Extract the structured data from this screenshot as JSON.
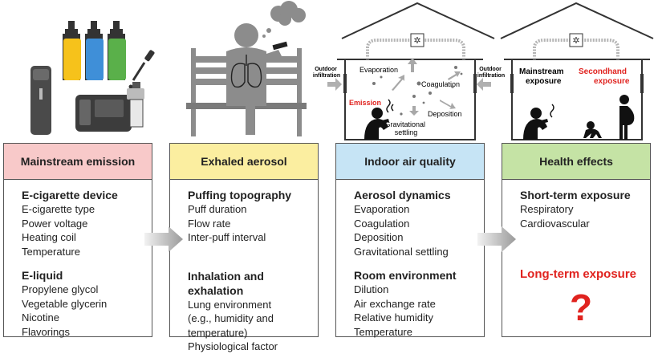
{
  "illustrations": {
    "indoor_labels": {
      "outdoor_left": [
        "Outdoor",
        "infiltration"
      ],
      "outdoor_right": [
        "Outdoor",
        "infiltration"
      ],
      "evaporation": "Evaporation",
      "coagulation": "Coagulation",
      "deposition": "Deposition",
      "emission": "Emission",
      "gravitational": [
        "Gravitational",
        "settling"
      ]
    },
    "health_labels": {
      "mainstream": [
        "Mainstream",
        "exposure"
      ],
      "secondhand": [
        "Secondhand",
        "exposure"
      ]
    },
    "colors": {
      "bottle_yellow": "#f6c21b",
      "bottle_blue": "#3f8fd8",
      "bottle_green": "#5ab04a",
      "figure_gray": "#8c8c8c",
      "accent_red": "#e0231f"
    }
  },
  "panels": [
    {
      "header": "Mainstream emission",
      "header_color": "#f8c9c9",
      "sections": [
        {
          "title": "E-cigarette device",
          "items": [
            "E-cigarette type",
            "Power voltage",
            "Heating coil",
            "Temperature"
          ]
        },
        {
          "title": "E-liquid",
          "items": [
            "Propylene glycol",
            "Vegetable glycerin",
            "Nicotine",
            "Flavorings"
          ]
        }
      ]
    },
    {
      "header": "Exhaled aerosol",
      "header_color": "#fbeea0",
      "sections": [
        {
          "title": "Puffing topography",
          "items": [
            "Puff duration",
            "Flow rate",
            "Inter-puff interval"
          ]
        },
        {
          "title": "Inhalation and exhalation",
          "items": [
            "Lung environment",
            "(e.g., humidity and",
            "temperature)",
            "Physiological factor"
          ]
        }
      ]
    },
    {
      "header": "Indoor air quality",
      "header_color": "#c6e4f5",
      "sections": [
        {
          "title": "Aerosol dynamics",
          "items": [
            "Evaporation",
            "Coagulation",
            "Deposition",
            "Gravitational settling"
          ]
        },
        {
          "title": "Room environment",
          "items": [
            "Dilution",
            "Air exchange rate",
            "Relative humidity",
            "Temperature"
          ]
        }
      ]
    },
    {
      "header": "Health effects",
      "header_color": "#c5e3a5",
      "sections": [
        {
          "title": "Short-term exposure",
          "items": [
            "Respiratory",
            "Cardiovascular"
          ]
        }
      ],
      "long_term": "Long-term exposure",
      "unknown_mark": "?"
    }
  ]
}
